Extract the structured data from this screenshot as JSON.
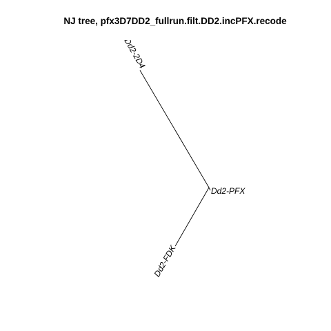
{
  "figure": {
    "title": "NJ tree,  pfx3D7DD2_fullrun.filt.DD2.incPFX.recode",
    "tree_type": "unrooted neighbor-joining",
    "tips": [
      {
        "label": "Dd2-2D4"
      },
      {
        "label": "Dd2-PFX"
      },
      {
        "label": "Dd2-FDK"
      }
    ],
    "branches": [
      {
        "to_tip": "Dd2-2D4"
      },
      {
        "to_tip": "Dd2-PFX"
      },
      {
        "to_tip": "Dd2-FDK"
      }
    ]
  }
}
